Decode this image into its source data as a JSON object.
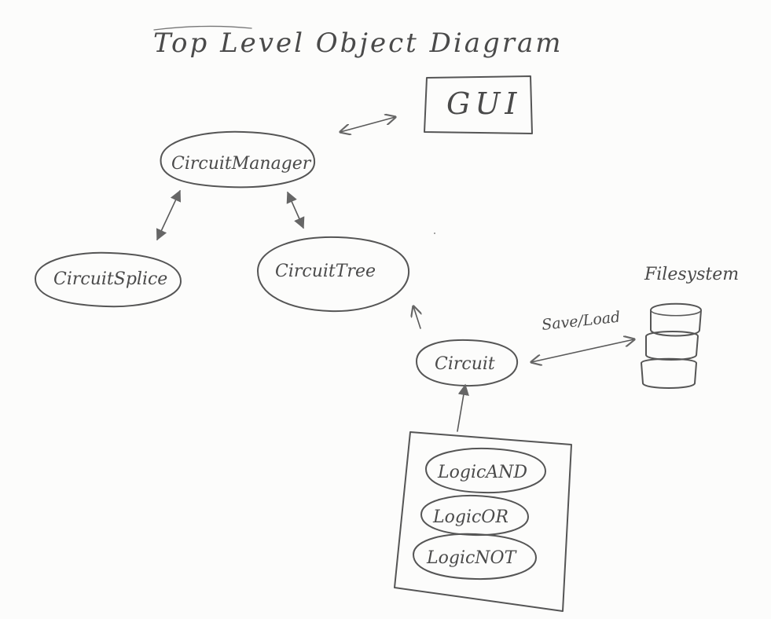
{
  "title": "Top Level Object Diagram",
  "nodes": {
    "gui": "GUI",
    "circuit_manager": "CircuitManager",
    "circuit_splice": "CircuitSplice",
    "circuit_tree": "CircuitTree",
    "circuit": "Circuit",
    "filesystem": "Filesystem",
    "logic_and": "LogicAND",
    "logic_or": "LogicOR",
    "logic_not": "LogicNOT"
  },
  "edges": {
    "save_load": "Save/Load"
  },
  "colors": {
    "ink": "#555555",
    "paper": "#fcfcfb"
  }
}
